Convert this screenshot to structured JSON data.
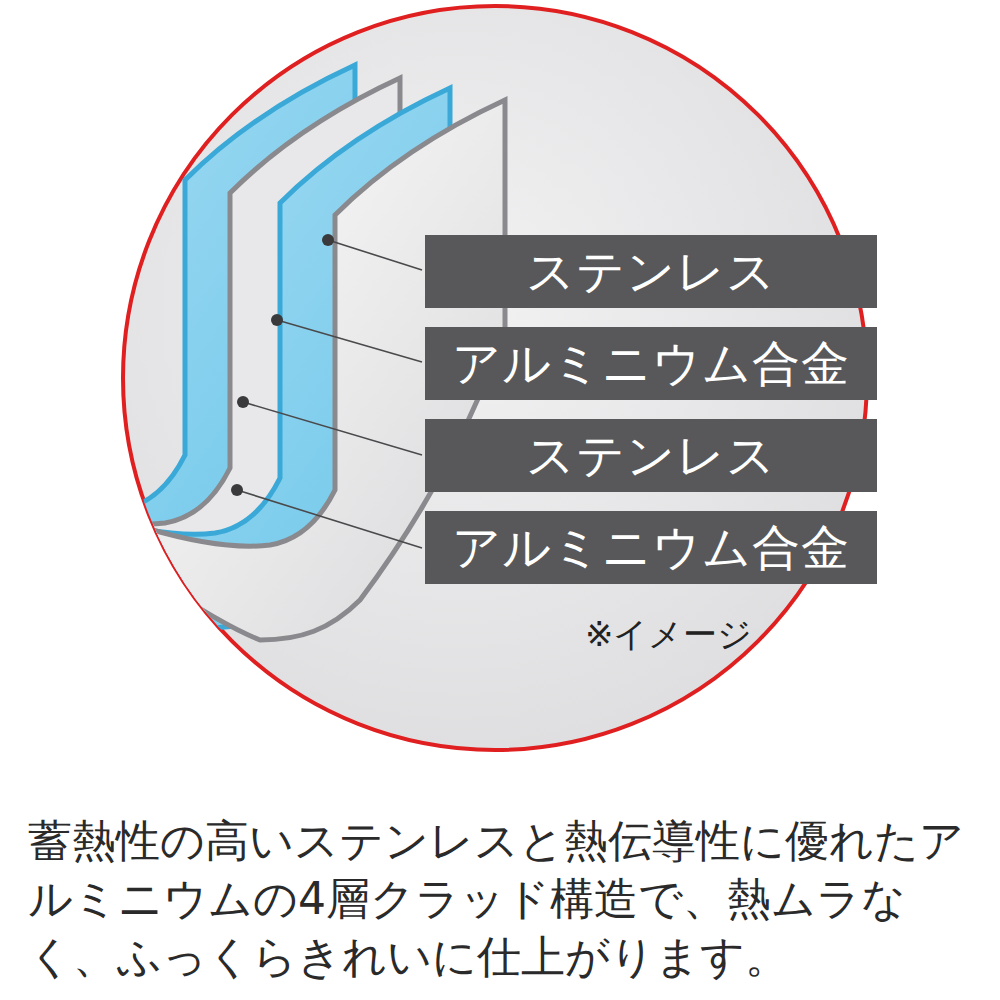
{
  "diagram": {
    "caption": "蓄熱性の高いステンレスと熱伝導性に優れたアルミニウムの4層クラッド構造で、熱ムラなく、ふっくらきれいに仕上がります。",
    "nodes": [
      {
        "text": [
          "ステンレス"
        ]
      },
      {
        "text": [
          "アルミニウム合金"
        ]
      },
      {
        "text": [
          "ステンレス"
        ]
      },
      {
        "text": [
          "アルミニウム合金"
        ]
      }
    ],
    "labels": [
      "※イメージ"
    ]
  }
}
